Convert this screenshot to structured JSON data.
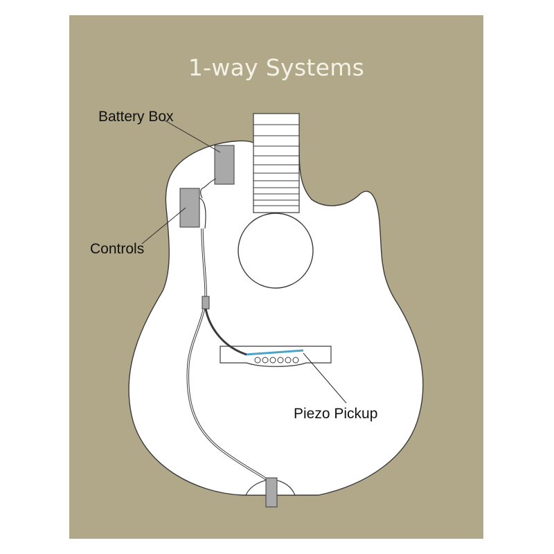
{
  "title": "1-way Systems",
  "labels": {
    "battery_box": "Battery Box",
    "controls": "Controls",
    "piezo_pickup": "Piezo Pickup"
  },
  "colors": {
    "background": "#b0a889",
    "guitar_fill": "#ffffff",
    "outline": "#3a3a3a",
    "component": "#a9a9a9",
    "pickup": "#4aa3c8"
  }
}
